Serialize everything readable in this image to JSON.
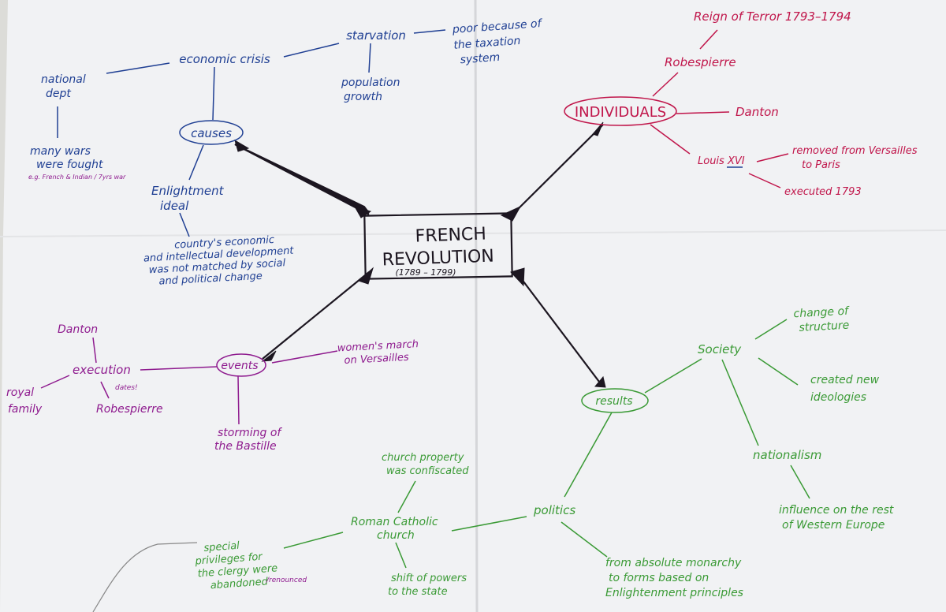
{
  "colors": {
    "paper": "#f1f2f4",
    "ink_black": "#1c1620",
    "blue": "#1f3f93",
    "red": "#c0154a",
    "purple": "#8e1a8e",
    "green": "#3a9a35"
  },
  "center": {
    "line1": "FRENCH",
    "line2": "REVOLUTION",
    "dates": "(1789 – 1799)"
  },
  "causes": {
    "label": "causes",
    "economic_crisis": "economic crisis",
    "starvation": "starvation",
    "poor": [
      "poor because of",
      "the taxation",
      "system"
    ],
    "population": [
      "population",
      "growth"
    ],
    "national_dept": [
      "national",
      "dept"
    ],
    "wars": [
      "many wars",
      "were fought"
    ],
    "wars_note": "e.g. French & Indian / 7yrs war",
    "enlightment": [
      "Enlightment",
      "ideal"
    ],
    "country": [
      "country's economic",
      "and intellectual development",
      "was not matched by social",
      "and political change"
    ]
  },
  "individuals": {
    "label": "INDIVIDUALS",
    "reign": "Reign of Terror 1793–1794",
    "robespierre": "Robespierre",
    "danton": "Danton",
    "louis": "Louis XVI",
    "removed": [
      "removed from Versailles",
      "to Paris"
    ],
    "executed": "executed 1793"
  },
  "events": {
    "label": "events",
    "womens": [
      "women's march",
      "on Versailles"
    ],
    "execution": "execution",
    "danton": "Danton",
    "royal": [
      "royal",
      "family"
    ],
    "robespierre": "Robespierre",
    "dates_note": "dates!",
    "bastille": [
      "storming of",
      "the Bastille"
    ]
  },
  "results": {
    "label": "results",
    "society": "Society",
    "change": [
      "change of",
      "structure"
    ],
    "ideologies": [
      "created new",
      "ideologies"
    ],
    "nationalism": "nationalism",
    "influence": [
      "influence on the rest",
      "of Western Europe"
    ],
    "politics": "politics",
    "church_property": [
      "church property",
      "was confiscated"
    ],
    "roman": [
      "Roman Catholic",
      "church"
    ],
    "privileges": [
      "special",
      "privileges for",
      "the clergy were",
      "abandoned"
    ],
    "renounced": "/renounced",
    "shift": [
      "shift of powers",
      "to the state"
    ],
    "monarchy": [
      "from absolute monarchy",
      "to forms based on",
      "Enlightenment principles"
    ]
  }
}
